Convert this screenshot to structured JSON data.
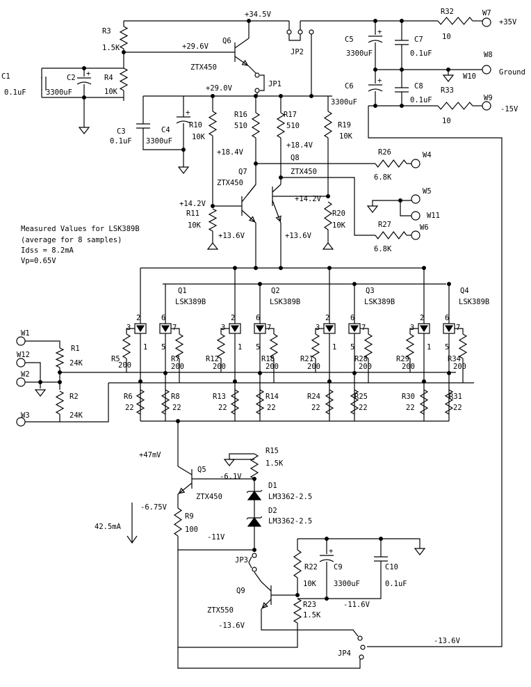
{
  "rails": {
    "v34_5": "+34.5V",
    "v29_6": "+29.6V",
    "v29_0": "+29.0V",
    "v18_4a": "+18.4V",
    "v18_4b": "+18.4V",
    "v14_2a": "+14.2V",
    "v14_2b": "+14.2V",
    "v13_6a": "+13.6V",
    "v13_6b": "+13.6V",
    "v47mv": "+47mV",
    "vm6_1": "-6.1V",
    "vm6_75": "-6.75V",
    "vm11": "-11V",
    "vm11_6": "-11.6V",
    "vm13_6a": "-13.6V",
    "vm13_6b": "-13.6V",
    "current": "42.5mA"
  },
  "terminals": {
    "w7": {
      "name": "W7",
      "label": "+35V"
    },
    "w8": {
      "name": "W8",
      "label": "Ground"
    },
    "w10": {
      "name": "W10"
    },
    "w9": {
      "name": "W9",
      "label": "-15V"
    },
    "w4": {
      "name": "W4"
    },
    "w5": {
      "name": "W5"
    },
    "w11": {
      "name": "W11"
    },
    "w6": {
      "name": "W6"
    },
    "w1": {
      "name": "W1"
    },
    "w12": {
      "name": "W12"
    },
    "w2": {
      "name": "W2"
    },
    "w3": {
      "name": "W3"
    }
  },
  "jumpers": {
    "jp1": "JP1",
    "jp2": "JP2",
    "jp3": "JP3",
    "jp4": "JP4"
  },
  "resistors": {
    "r3": {
      "ref": "R3",
      "value": "1.5K"
    },
    "r4": {
      "ref": "R4",
      "value": "10K"
    },
    "r32": {
      "ref": "R32",
      "value": "10"
    },
    "r33": {
      "ref": "R33",
      "value": "10"
    },
    "r10": {
      "ref": "R10",
      "value": "10K"
    },
    "r16": {
      "ref": "R16",
      "value": "510"
    },
    "r17": {
      "ref": "R17",
      "value": "510"
    },
    "r19": {
      "ref": "R19",
      "value": "10K"
    },
    "r26": {
      "ref": "R26",
      "value": "6.8K"
    },
    "r27": {
      "ref": "R27",
      "value": "6.8K"
    },
    "r11": {
      "ref": "R11",
      "value": "10K"
    },
    "r20": {
      "ref": "R20",
      "value": "10K"
    },
    "r1": {
      "ref": "R1",
      "value": "24K"
    },
    "r2": {
      "ref": "R2",
      "value": "24K"
    },
    "r5": {
      "ref": "R5",
      "value": "200"
    },
    "r7": {
      "ref": "R7",
      "value": "200"
    },
    "r12": {
      "ref": "R12",
      "value": "200"
    },
    "r18": {
      "ref": "R18",
      "value": "200"
    },
    "r21": {
      "ref": "R21",
      "value": "200"
    },
    "r28": {
      "ref": "R28",
      "value": "200"
    },
    "r29": {
      "ref": "R29",
      "value": "200"
    },
    "r34": {
      "ref": "R34",
      "value": "200"
    },
    "r6": {
      "ref": "R6",
      "value": "22"
    },
    "r8": {
      "ref": "R8",
      "value": "22"
    },
    "r13": {
      "ref": "R13",
      "value": "22"
    },
    "r14": {
      "ref": "R14",
      "value": "22"
    },
    "r24": {
      "ref": "R24",
      "value": "22"
    },
    "r25": {
      "ref": "R25",
      "value": "22"
    },
    "r30": {
      "ref": "R30",
      "value": "22"
    },
    "r31": {
      "ref": "R31",
      "value": "22"
    },
    "r15": {
      "ref": "R15",
      "value": "1.5K"
    },
    "r9": {
      "ref": "R9",
      "value": "100"
    },
    "r22": {
      "ref": "R22",
      "value": "10K"
    },
    "r23": {
      "ref": "R23",
      "value": "1.5K"
    }
  },
  "capacitors": {
    "c1": {
      "ref": "C1",
      "value": "0.1uF"
    },
    "c2": {
      "ref": "C2",
      "value": "3300uF"
    },
    "c3": {
      "ref": "C3",
      "value": "0.1uF"
    },
    "c4": {
      "ref": "C4",
      "value": "3300uF"
    },
    "c5": {
      "ref": "C5",
      "value": "3300uF"
    },
    "c6": {
      "ref": "C6",
      "value": "3300uF"
    },
    "c7": {
      "ref": "C7",
      "value": "0.1uF"
    },
    "c8": {
      "ref": "C8",
      "value": "0.1uF"
    },
    "c9": {
      "ref": "C9",
      "value": "3300uF"
    },
    "c10": {
      "ref": "C10",
      "value": "0.1uF"
    }
  },
  "transistors": {
    "q6": {
      "ref": "Q6",
      "part": "ZTX450"
    },
    "q7": {
      "ref": "Q7",
      "part": "ZTX450"
    },
    "q8": {
      "ref": "Q8",
      "part": "ZTX450"
    },
    "q5": {
      "ref": "Q5",
      "part": "ZTX450"
    },
    "q9": {
      "ref": "Q9",
      "part": "ZTX550"
    },
    "q1": {
      "ref": "Q1",
      "part": "LSK389B"
    },
    "q2": {
      "ref": "Q2",
      "part": "LSK389B"
    },
    "q3": {
      "ref": "Q3",
      "part": "LSK389B"
    },
    "q4": {
      "ref": "Q4",
      "part": "LSK389B"
    }
  },
  "diodes": {
    "d1": {
      "ref": "D1",
      "part": "LM3362-2.5"
    },
    "d2": {
      "ref": "D2",
      "part": "LM3362-2.5"
    }
  },
  "pins": {
    "p1": "1",
    "p2": "2",
    "p3": "3",
    "p5": "5",
    "p6": "6",
    "p7": "7"
  },
  "notes": {
    "line1": "Measured Values for LSK389B",
    "line2": "(average for 8 samples)",
    "line3": "Idss = 8.2mA",
    "line4": "Vp=0.65V"
  }
}
